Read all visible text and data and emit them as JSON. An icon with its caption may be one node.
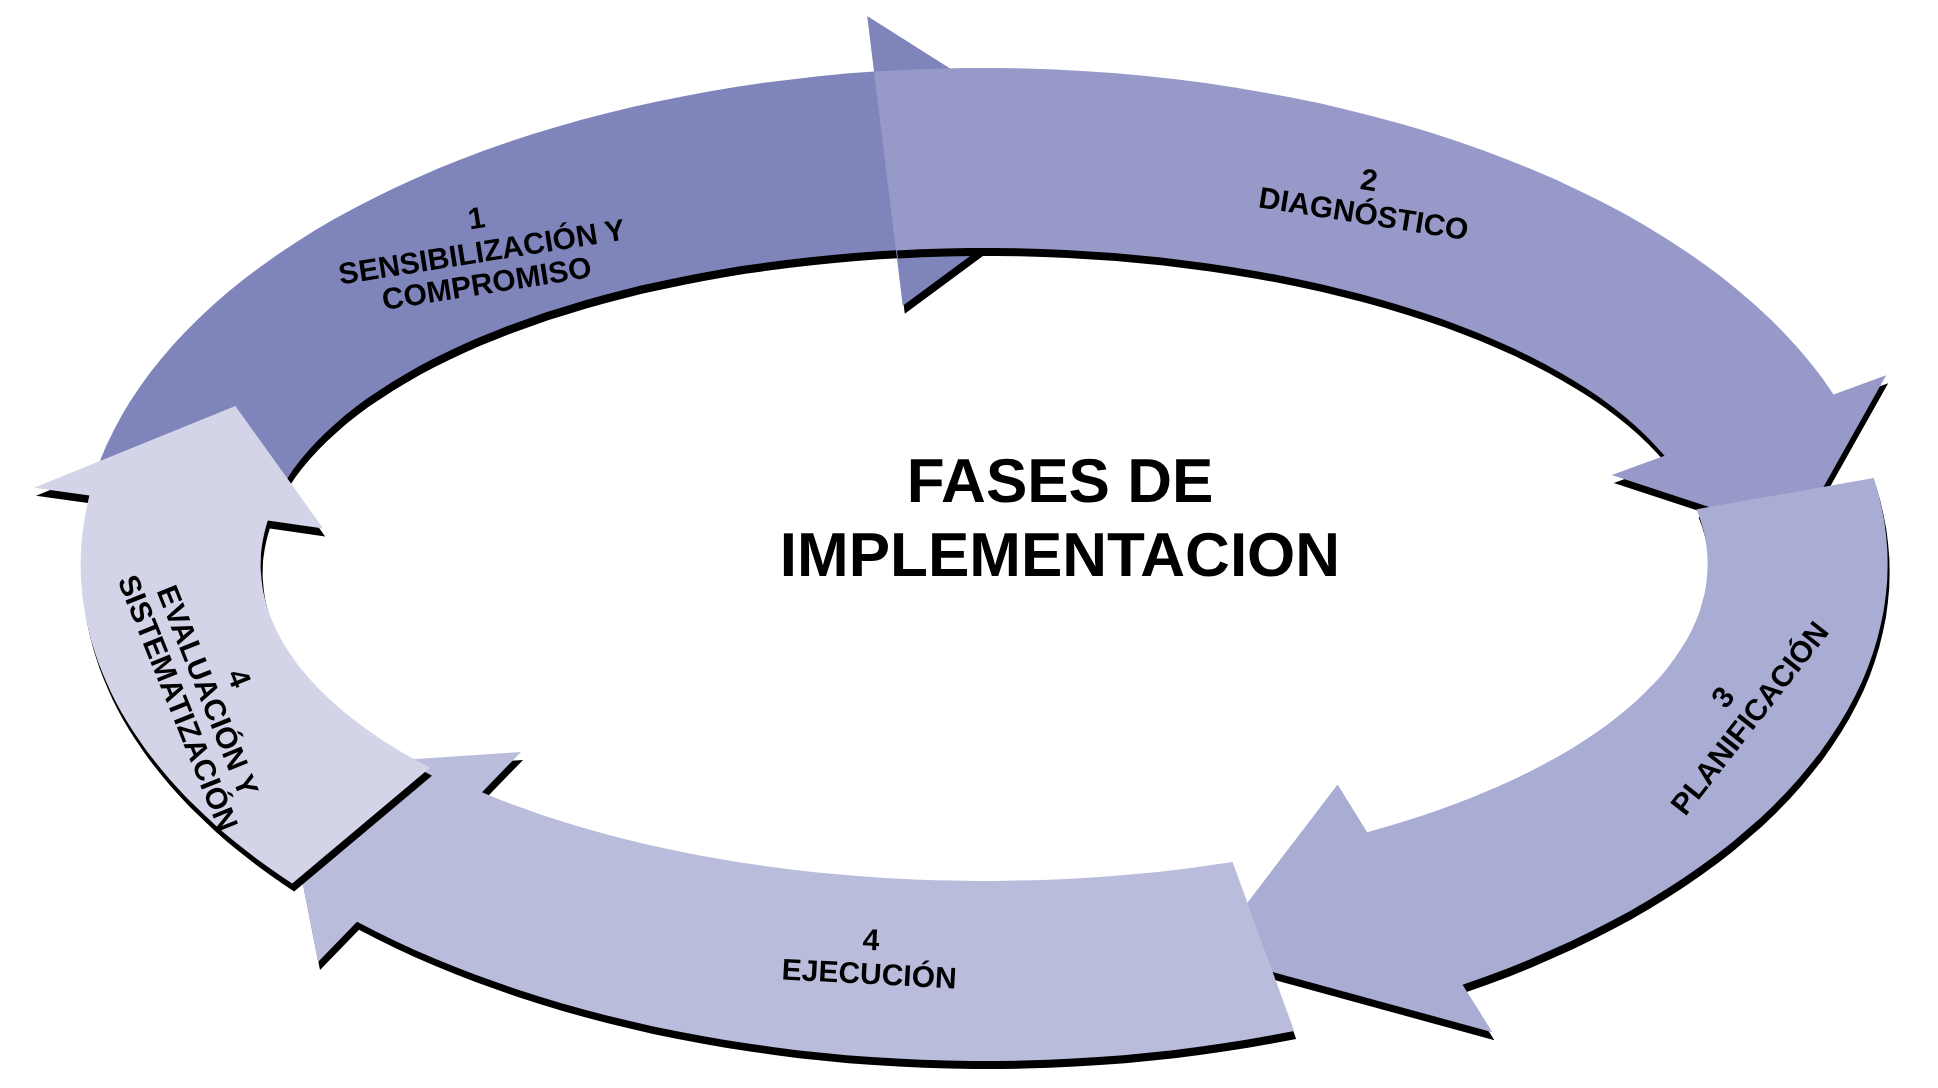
{
  "diagram": {
    "title": "FASES DE IMPLEMENTACION",
    "nodes": [
      {
        "text": [
          "1",
          "SENSIBILIZACIÓN Y COMPROMISO"
        ]
      },
      {
        "text": [
          "2",
          "DIAGNÓSTICO"
        ]
      },
      {
        "text": [
          "3",
          "PLANIFICACIÓN"
        ]
      },
      {
        "text": [
          "4",
          "EJECUCIÓN"
        ]
      },
      {
        "text": [
          "4",
          "EVALUACIÓN Y SISTEMATIZACIÓN"
        ]
      }
    ]
  }
}
